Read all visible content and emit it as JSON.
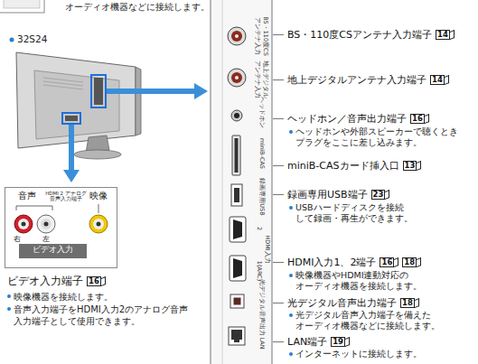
{
  "diagram": {
    "nodes": [
      {
        "text": [
          "音声",
          "HDMI 2 アナログ 音声入力端子",
          "映像",
          "右",
          "左",
          "ビデオ入力"
        ]
      }
    ],
    "labels": [
      "オーディオ機器などに接続します。",
      "32S24",
      "ビデオ入力端子",
      "16",
      "映像機器を接続します。",
      "音声入力端子をHDMI入力2のアナログ音声 入力端子として使用できます。",
      "BS・110度CSアンテナ入力端子",
      "14",
      "地上デジタルアンテナ入力端子",
      "14",
      "ヘッドホン／音声出力端子",
      "16",
      "ヘッドホンや外部スピーカーで聴くとき プラグをここに差し込みます。",
      "miniB-CASカード挿入口",
      "13",
      "録画専用USB端子",
      "23",
      "USBハードディスクを接続 して録画・再生ができます。",
      "HDMI入力1、2端子",
      "16",
      "18",
      "映像機器やHDMI連動対応の オーディオ機器を接続します。",
      "光デジタル音声出力端子",
      "18",
      "光デジタル音声入力端子を備えた オーディオ機器などに接続します。",
      "LAN端子",
      "19",
      "インターネットに接続します。",
      "BS・110度CS",
      "アンテナ入力",
      "地上デジタル",
      "アンテナ入力",
      "ヘッドホン",
      "miniB-CAS",
      "録画専用USB",
      "2",
      "HDMI入力",
      "1(ARC)",
      "光デジタル音声出力",
      "LAN"
    ]
  }
}
